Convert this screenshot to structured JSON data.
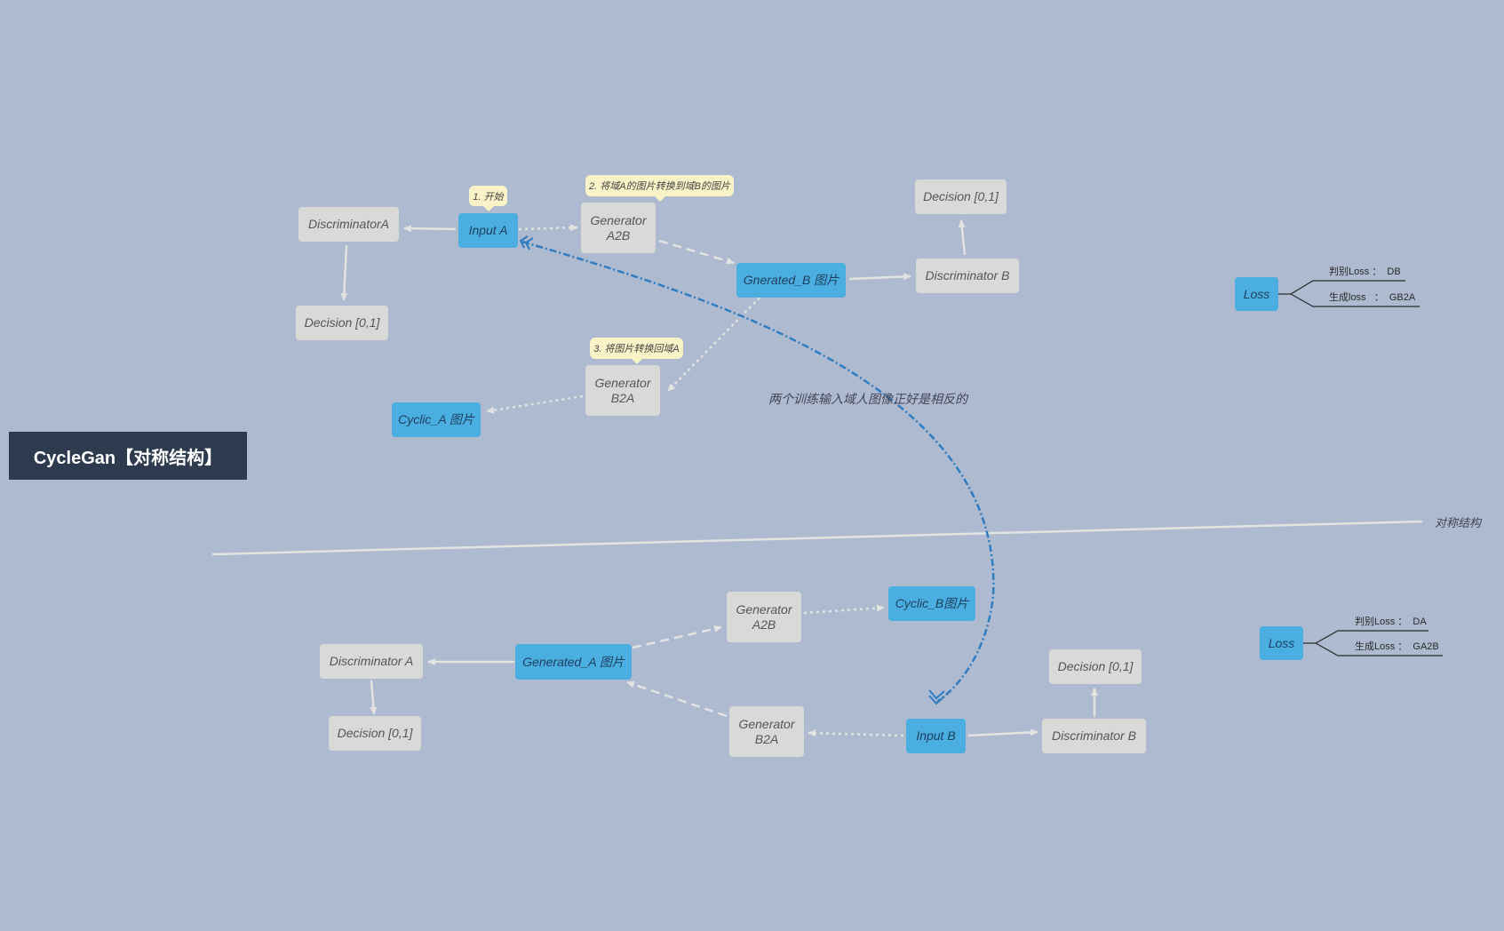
{
  "title": "CycleGan【对称结构】",
  "nodes": {
    "input_a": "Input A",
    "discriminator_a_top": "DiscriminatorA",
    "decision_a_top": "Decision [0,1]",
    "generator_a2b_top": "Generator\nA2B",
    "generated_b": "Gnerated_B 图片",
    "discriminator_b_top": "Discriminator B",
    "decision_b_top": "Decision [0,1]",
    "generator_b2a_top": "Generator\nB2A",
    "cyclic_a": "Cyclic_A 图片",
    "loss_top": "Loss",
    "input_b": "Input B",
    "generator_b2a_bottom": "Generator\nB2A",
    "generated_a": "Generated_A 图片",
    "discriminator_a_bottom": "Discriminator A",
    "decision_a_bottom": "Decision [0,1]",
    "generator_a2b_bottom": "Generator\nA2B",
    "cyclic_b": "Cyclic_B图片",
    "discriminator_b_bottom": "Discriminator B",
    "decision_b_bottom": "Decision [0,1]",
    "loss_bottom": "Loss"
  },
  "callouts": {
    "step1": "1. 开始",
    "step2": "2. 将域A的图片转换到域B的图片",
    "step3": "3. 将图片转换回域A"
  },
  "labels": {
    "relation_note": "两个训练输入域人图像正好是相反的",
    "symmetry_label": "对称结构"
  },
  "loss_top": {
    "line1": "判别Loss ：  DB",
    "line2": "生成loss   ：  GB2A"
  },
  "loss_bottom": {
    "line1": "判别Loss ：  DA",
    "line2": "生成Loss ：  GA2B"
  },
  "colors": {
    "background": "#adbad0",
    "topic_gray": "#d9d9d7",
    "topic_blue": "#4aaee0",
    "central": "#2e3b4e",
    "callout": "#fbf3c8",
    "relation_line": "#2f7cc0",
    "connector": "#e3e3e1"
  }
}
